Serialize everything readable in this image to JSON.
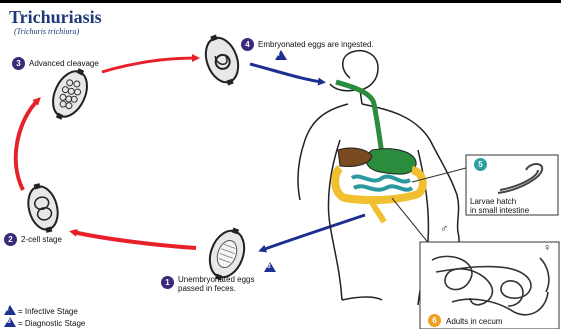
{
  "title": "Trichuriasis",
  "subtitle": "(Trichuris trichiura)",
  "stages": [
    {
      "num": "1",
      "label": "Unembryonated eggs",
      "label2": "passed in feces."
    },
    {
      "num": "2",
      "label": "2-cell stage"
    },
    {
      "num": "3",
      "label": "Advanced cleavage"
    },
    {
      "num": "4",
      "label": "Embryonated eggs are ingested."
    },
    {
      "num": "5",
      "label": "Larvae hatch",
      "label2": "in small intestine"
    },
    {
      "num": "6",
      "label": "Adults in cecum"
    }
  ],
  "markers": {
    "infective": "i",
    "diagnostic": "d"
  },
  "legend": {
    "infective": "= Infective Stage",
    "diagnostic": "= Diagnostic Stage"
  },
  "sex_symbols": {
    "female": "♀",
    "male": "♂"
  },
  "colors": {
    "title": "#1f3a78",
    "red_arrow": "#e8202a",
    "blue_arrow": "#1e2f8f",
    "stage_badge": "#3b2a7a",
    "teal_badge": "#2aa0a0",
    "orange_badge": "#f0a020",
    "esophagus": "#2a8c3c"
  }
}
